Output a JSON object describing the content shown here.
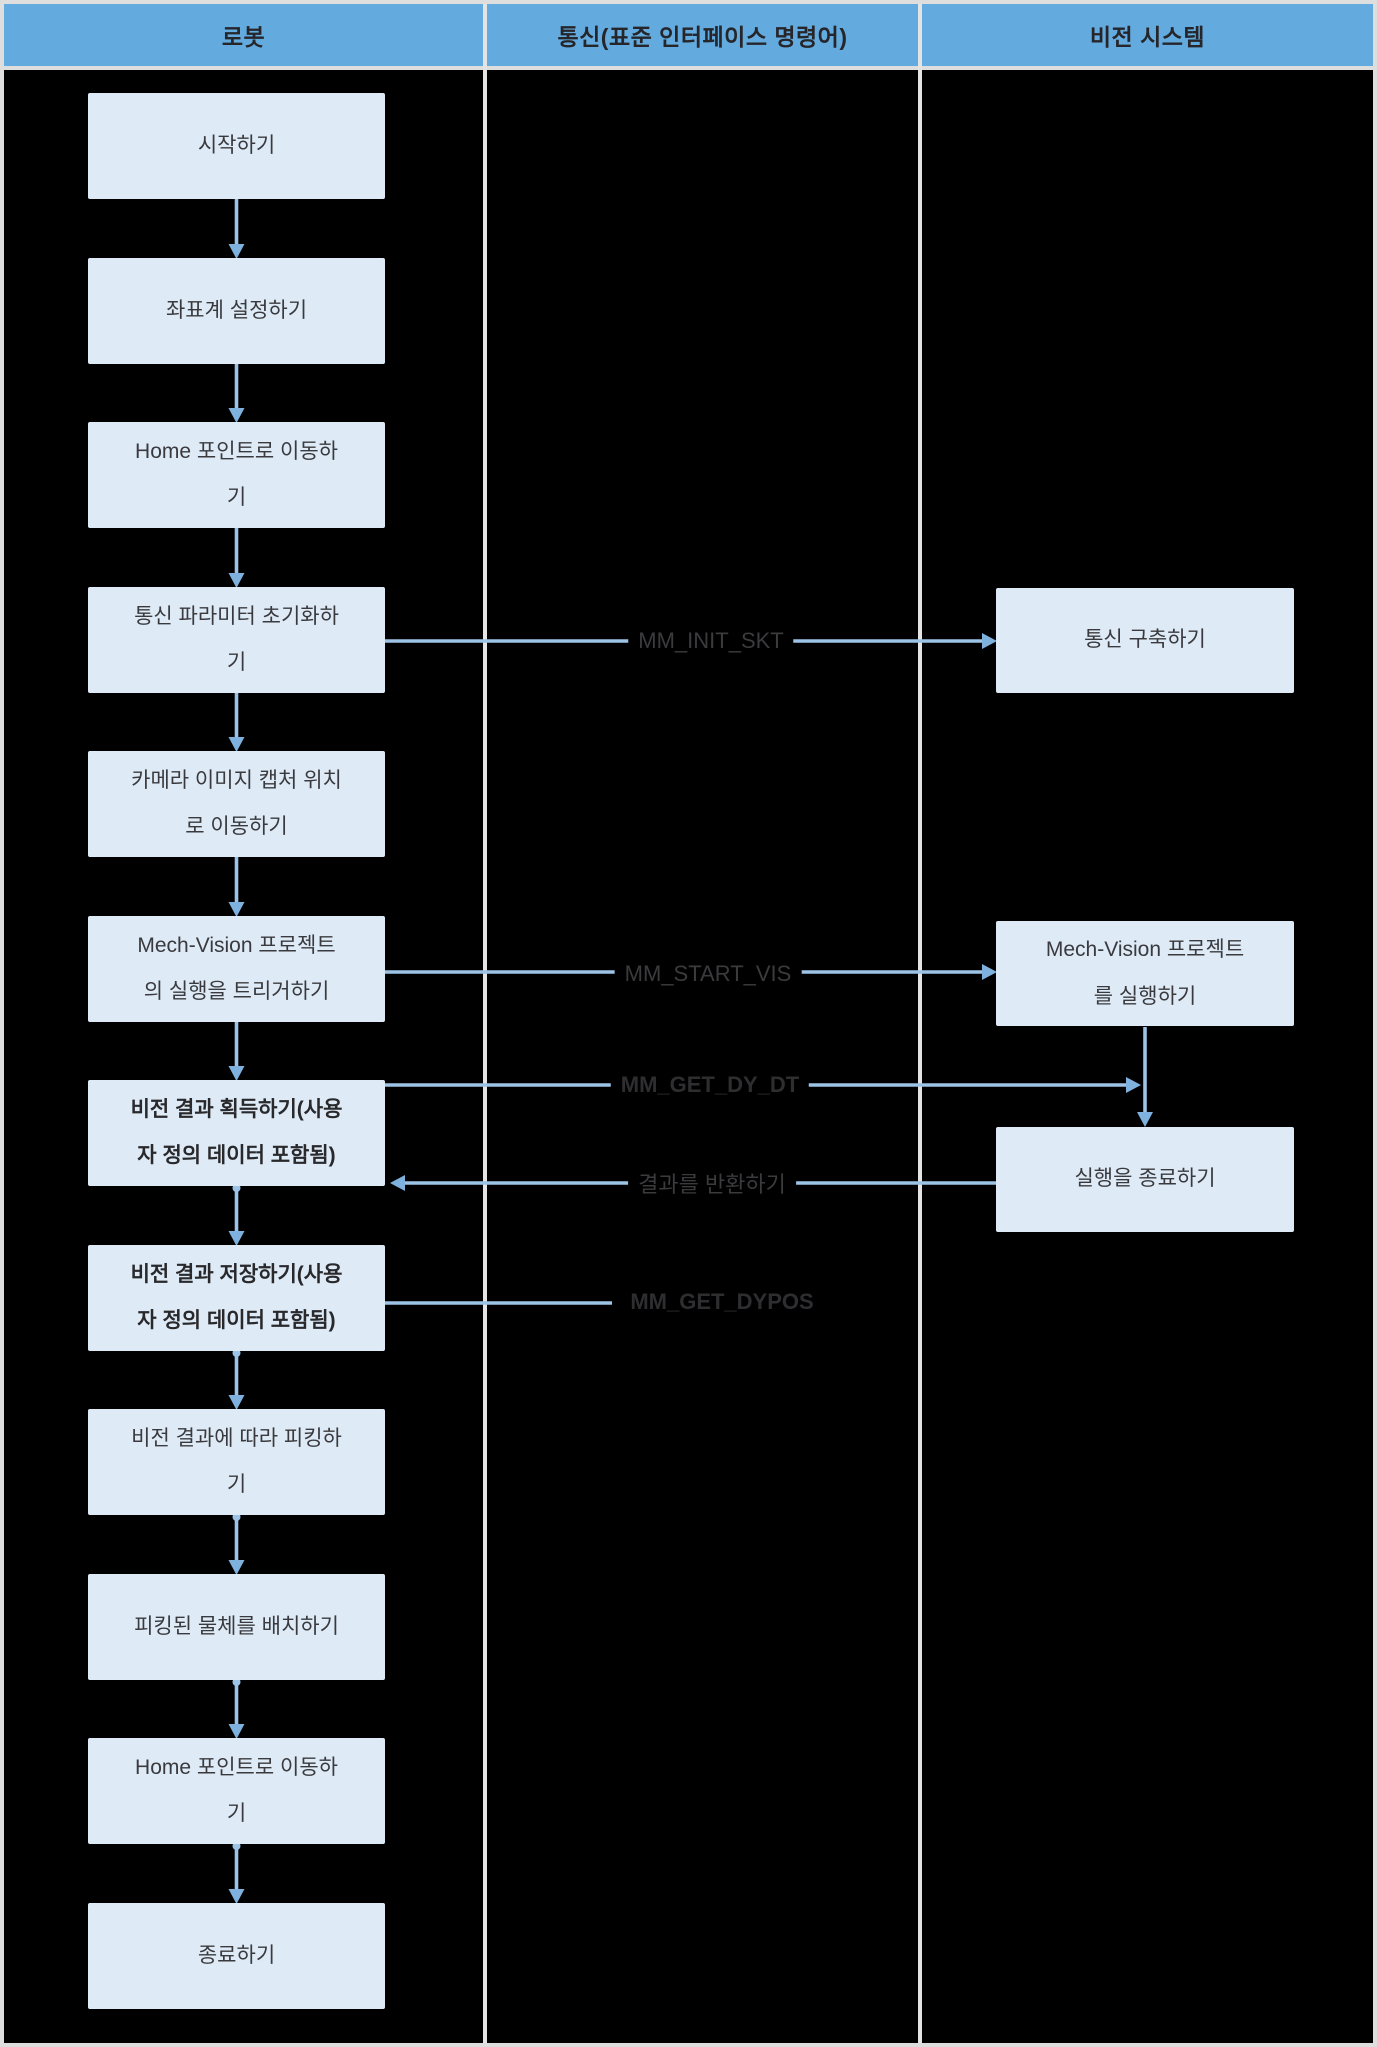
{
  "header": {
    "columns": [
      {
        "label": "로봇"
      },
      {
        "label": "통신(표준 인터페이스 명령어)"
      },
      {
        "label": "비전 시스템"
      }
    ]
  },
  "robot": {
    "steps": [
      {
        "label": "시작하기",
        "bold": false
      },
      {
        "label": "좌표계 설정하기",
        "bold": false
      },
      {
        "label": "Home 포인트로 이동하\n기",
        "bold": false
      },
      {
        "label": "통신 파라미터 초기화하\n기",
        "bold": false
      },
      {
        "label": "카메라 이미지 캡처 위치\n로 이동하기",
        "bold": false
      },
      {
        "label": "Mech-Vision 프로젝트\n의 실행을 트리거하기",
        "bold": false
      },
      {
        "label": "비전 결과 획득하기(사용\n자 정의 데이터 포함됨)",
        "bold": true
      },
      {
        "label": "비전 결과 저장하기(사용\n자 정의 데이터 포함됨)",
        "bold": true
      },
      {
        "label": "비전 결과에 따라 피킹하\n기",
        "bold": false
      },
      {
        "label": "피킹된 물체를 배치하기",
        "bold": false
      },
      {
        "label": "Home 포인트로 이동하\n기",
        "bold": false
      },
      {
        "label": "종료하기",
        "bold": false
      }
    ]
  },
  "vision": {
    "steps": [
      {
        "label": "통신 구축하기",
        "bold": false
      },
      {
        "label": "Mech-Vision 프로젝트\n를 실행하기",
        "bold": false
      },
      {
        "label": "실행을 종료하기",
        "bold": false
      }
    ]
  },
  "messages": [
    {
      "label": "MM_INIT_SKT",
      "bold": false
    },
    {
      "label": "MM_START_VIS",
      "bold": false
    },
    {
      "label": "MM_GET_DY_DT",
      "bold": true
    },
    {
      "label": "결과를 반환하기",
      "bold": false
    },
    {
      "label": "MM_GET_DYPOS",
      "bold": true
    }
  ],
  "colors": {
    "header_fill": "#63aadf",
    "header_text": "#26262a",
    "grid_line": "#dedede",
    "box_fill": "#deebf7",
    "box_text": "#3a3a3e",
    "arrow_line": "#9dc3e6",
    "arrow_head": "#7fb1de",
    "background": "#000000"
  }
}
